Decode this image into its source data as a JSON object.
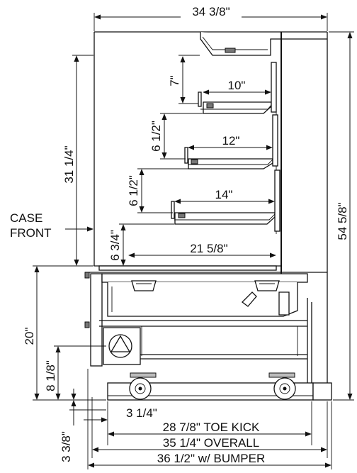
{
  "dimensions": {
    "overall_height": "54 5/8\"",
    "case_width": "34 3/8\"",
    "display_height": "31 1/4\"",
    "base_height": "20\"",
    "grille_height": "8 1/8\"",
    "bumper_height": "3 3/8\"",
    "shelf1_gap": "7\"",
    "shelf1_depth": "10\"",
    "shelf2_gap": "6 1/2\"",
    "shelf2_depth": "12\"",
    "shelf3_gap": "6 1/2\"",
    "shelf3_depth": "14\"",
    "deck_gap": "6 3/4\"",
    "deck_depth": "21 5/8\"",
    "toe_offset": "3 1/4\"",
    "toe_kick": "28 7/8\" TOE KICK",
    "overall_depth": "35 1/4\" OVERALL",
    "bumper_depth": "36 1/2\" w/ BUMPER"
  },
  "labels": {
    "case_front_line1": "CASE",
    "case_front_line2": "FRONT"
  }
}
